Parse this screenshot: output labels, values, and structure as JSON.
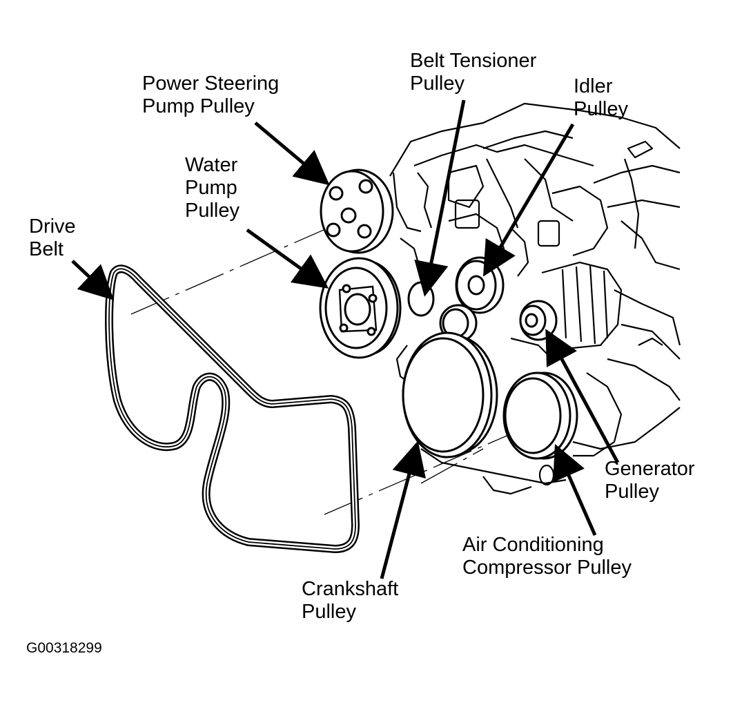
{
  "labels": {
    "power_steering": [
      "Power Steering",
      "Pump Pulley"
    ],
    "belt_tensioner": [
      "Belt Tensioner",
      "Pulley"
    ],
    "idler": [
      "Idler",
      "Pulley"
    ],
    "water_pump": [
      "Water",
      "Pump",
      "Pulley"
    ],
    "drive_belt": [
      "Drive",
      "Belt"
    ],
    "generator": [
      "Generator",
      "Pulley"
    ],
    "air_conditioning": [
      "Air Conditioning",
      "Compressor Pulley"
    ],
    "crankshaft": [
      "Crankshaft",
      "Pulley"
    ]
  },
  "figure_id": "G00318299",
  "colors": {
    "ink": "#000000",
    "paper": "#ffffff"
  }
}
